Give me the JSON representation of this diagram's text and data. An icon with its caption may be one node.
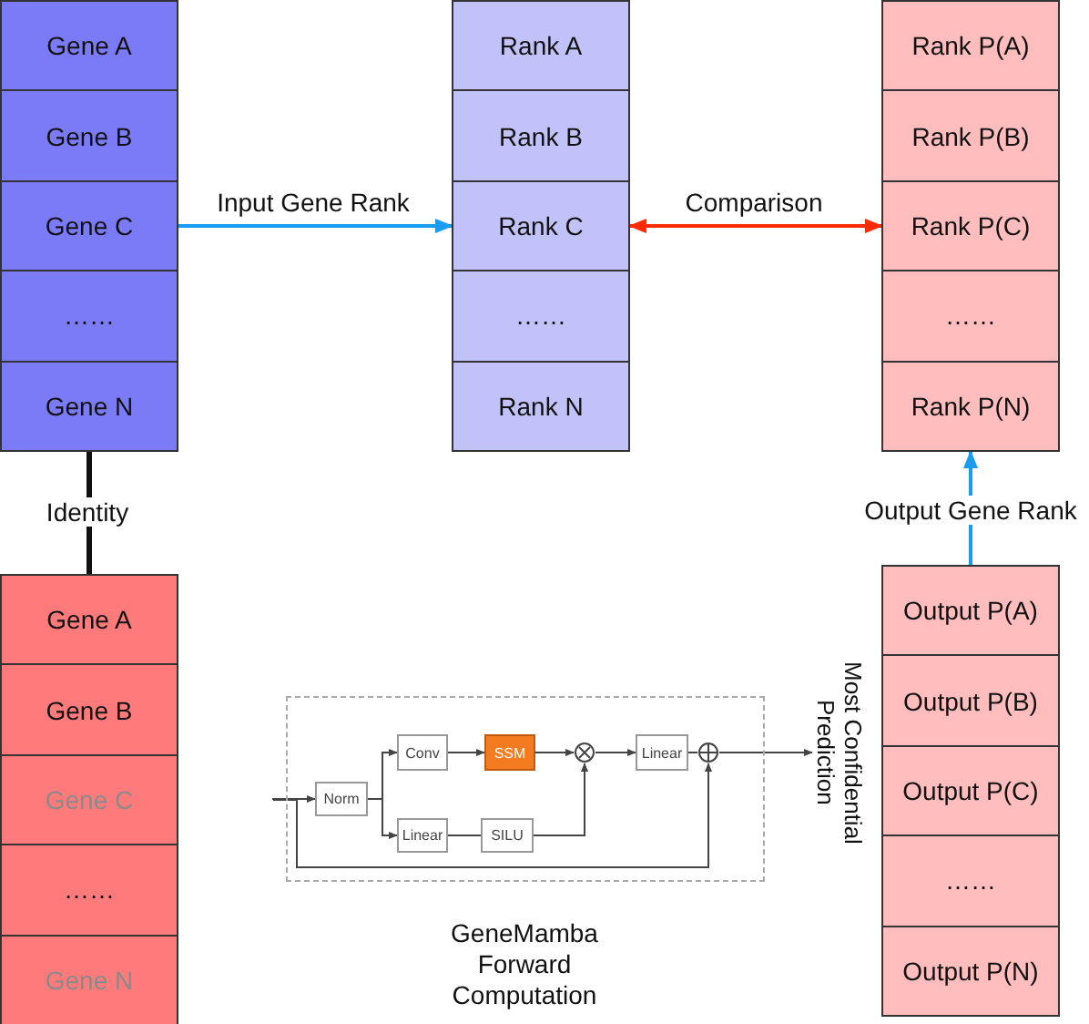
{
  "diagram": {
    "nodes": [
      {
        "text": [
          "Gene A"
        ]
      },
      {
        "text": [
          "Gene B"
        ]
      },
      {
        "text": [
          "Gene C"
        ]
      },
      {
        "text": [
          "……"
        ]
      },
      {
        "text": [
          "Gene N"
        ]
      },
      {
        "text": [
          "Rank A"
        ]
      },
      {
        "text": [
          "Rank B"
        ]
      },
      {
        "text": [
          "Rank C"
        ]
      },
      {
        "text": [
          "……"
        ]
      },
      {
        "text": [
          "Rank N"
        ]
      },
      {
        "text": [
          "Rank P(A)"
        ]
      },
      {
        "text": [
          "Rank P(B)"
        ]
      },
      {
        "text": [
          "Rank P(C)"
        ]
      },
      {
        "text": [
          "……"
        ]
      },
      {
        "text": [
          "Rank P(N)"
        ]
      },
      {
        "text": [
          "Gene A"
        ]
      },
      {
        "text": [
          "Gene B"
        ]
      },
      {
        "text": [
          "Gene C"
        ]
      },
      {
        "text": [
          "……"
        ]
      },
      {
        "text": [
          "Gene N"
        ]
      },
      {
        "text": [
          "GeneMamba Forward Computation"
        ]
      },
      {
        "text": [
          "Norm"
        ],
        "in": 20
      },
      {
        "text": [
          "Conv"
        ],
        "in": 20
      },
      {
        "text": [
          "SSM"
        ],
        "in": 20
      },
      {
        "text": [],
        "shape": "circle",
        "in": 20
      },
      {
        "text": [
          "Linear"
        ],
        "in": 20
      },
      {
        "text": [],
        "shape": "circle",
        "in": 20
      },
      {
        "text": [
          "Linear"
        ],
        "in": 20
      },
      {
        "text": [
          "SILU"
        ],
        "in": 20
      },
      {
        "text": [
          "Most Confidential Prediction"
        ]
      },
      {
        "text": [
          "Output P(A)"
        ]
      },
      {
        "text": [
          "Output P(B)"
        ]
      },
      {
        "text": [
          "Output P(C)"
        ]
      },
      {
        "text": [
          "……"
        ]
      },
      {
        "text": [
          "Output P(N)"
        ]
      }
    ],
    "edges": [
      {
        "from": 2,
        "to": 7,
        "arrow": "to",
        "label": "Input Gene Rank",
        "color": "#1a9cf0"
      },
      {
        "from": 7,
        "to": 12,
        "arrow": "both",
        "label": "Comparison",
        "color": "#ff2a00"
      },
      {
        "from": 30,
        "to": 14,
        "arrow": "to",
        "label": "Output Gene Rank",
        "color": "#1a9cf0"
      },
      {
        "from": 4,
        "to": 15,
        "arrow": "none",
        "label": "Identity",
        "style": "thick"
      },
      {
        "from": null,
        "to": 21,
        "arrow": "to"
      },
      {
        "from": 21,
        "to": 22,
        "arrow": "to"
      },
      {
        "from": 21,
        "to": 27,
        "arrow": "to"
      },
      {
        "from": 22,
        "to": 23,
        "arrow": "to"
      },
      {
        "from": 23,
        "to": 24,
        "arrow": "to"
      },
      {
        "from": 27,
        "to": 28,
        "arrow": "none"
      },
      {
        "from": 28,
        "to": 24,
        "arrow": "to"
      },
      {
        "from": 24,
        "to": 25,
        "arrow": "to"
      },
      {
        "from": 25,
        "to": 26,
        "arrow": "none"
      },
      {
        "from": null,
        "to": 26,
        "arrow": "to"
      },
      {
        "from": 26,
        "to": 29,
        "arrow": "to"
      }
    ]
  }
}
